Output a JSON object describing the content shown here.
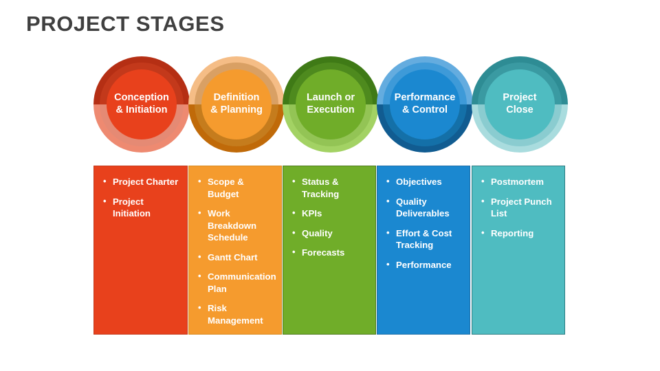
{
  "slide": {
    "title": "PROJECT STAGES",
    "title_color": "#404040",
    "background_color": "#FFFFFF"
  },
  "stages": [
    {
      "id": "conception-initiation",
      "label_line1": "Conception",
      "label_line2": "& Initiation",
      "colors": {
        "core": "#E8411C",
        "ring_mid": "#C3391B",
        "ring_outer_top": "#B52F14",
        "ring_outer_bottom": "#EE8A71",
        "ring_mid_bottom": "#E58A74",
        "box_fill": "#E8411C",
        "box_border": "#C3391B"
      },
      "dark_on_top": true,
      "items": [
        "Project Charter",
        "Project Initiation"
      ]
    },
    {
      "id": "definition-planning",
      "label_line1": "Definition",
      "label_line2": "& Planning",
      "colors": {
        "core": "#F59B2E",
        "ring_mid": "#D9A064",
        "ring_outer_top": "#F5BD86",
        "ring_outer_bottom": "#C06A09",
        "ring_mid_bottom": "#C57C1D",
        "box_fill": "#F59B2E",
        "box_border": "#D88A20"
      },
      "dark_on_top": false,
      "items": [
        "Scope & Budget",
        "Work Breakdown Schedule",
        "Gantt Chart",
        "Communication Plan",
        "Risk Management"
      ]
    },
    {
      "id": "launch-execution",
      "label_line1": "Launch or",
      "label_line2": "Execution",
      "colors": {
        "core": "#70AD29",
        "ring_mid": "#4E8A1E",
        "ring_outer_top": "#3F7A16",
        "ring_outer_bottom": "#A3D264",
        "ring_mid_bottom": "#93C455",
        "box_fill": "#70AD29",
        "box_border": "#4E7A1C"
      },
      "dark_on_top": true,
      "items": [
        "Status & Tracking",
        "KPIs",
        "Quality",
        "Forecasts"
      ]
    },
    {
      "id": "performance-control",
      "label_line1": "Performance",
      "label_line2": "& Control",
      "colors": {
        "core": "#1B88D0",
        "ring_mid": "#3E9AD8",
        "ring_outer_top": "#64ACDF",
        "ring_outer_bottom": "#115C91",
        "ring_mid_bottom": "#1470A8",
        "box_fill": "#1B88D0",
        "box_border": "#1E6FA8"
      },
      "dark_on_top": false,
      "items": [
        "Objectives",
        "Quality Deliverables",
        "Effort & Cost Tracking",
        "Performance"
      ]
    },
    {
      "id": "project-close",
      "label_line1": "Project",
      "label_line2": "Close",
      "colors": {
        "core": "#4FBCC1",
        "ring_mid": "#3A9AA2",
        "ring_outer_top": "#2E8C94",
        "ring_outer_bottom": "#A9DCDE",
        "ring_mid_bottom": "#8ACCD0",
        "box_fill": "#4FBCC1",
        "box_border": "#2E7D82"
      },
      "dark_on_top": true,
      "items": [
        "Postmortem",
        "Project Punch List",
        "Reporting"
      ]
    }
  ],
  "layout": {
    "circle_lefts": [
      136,
      274,
      411,
      548,
      686
    ],
    "box_lefts": [
      136,
      274,
      411,
      548,
      686
    ],
    "box_widths": [
      137,
      136,
      136,
      136,
      136
    ]
  }
}
